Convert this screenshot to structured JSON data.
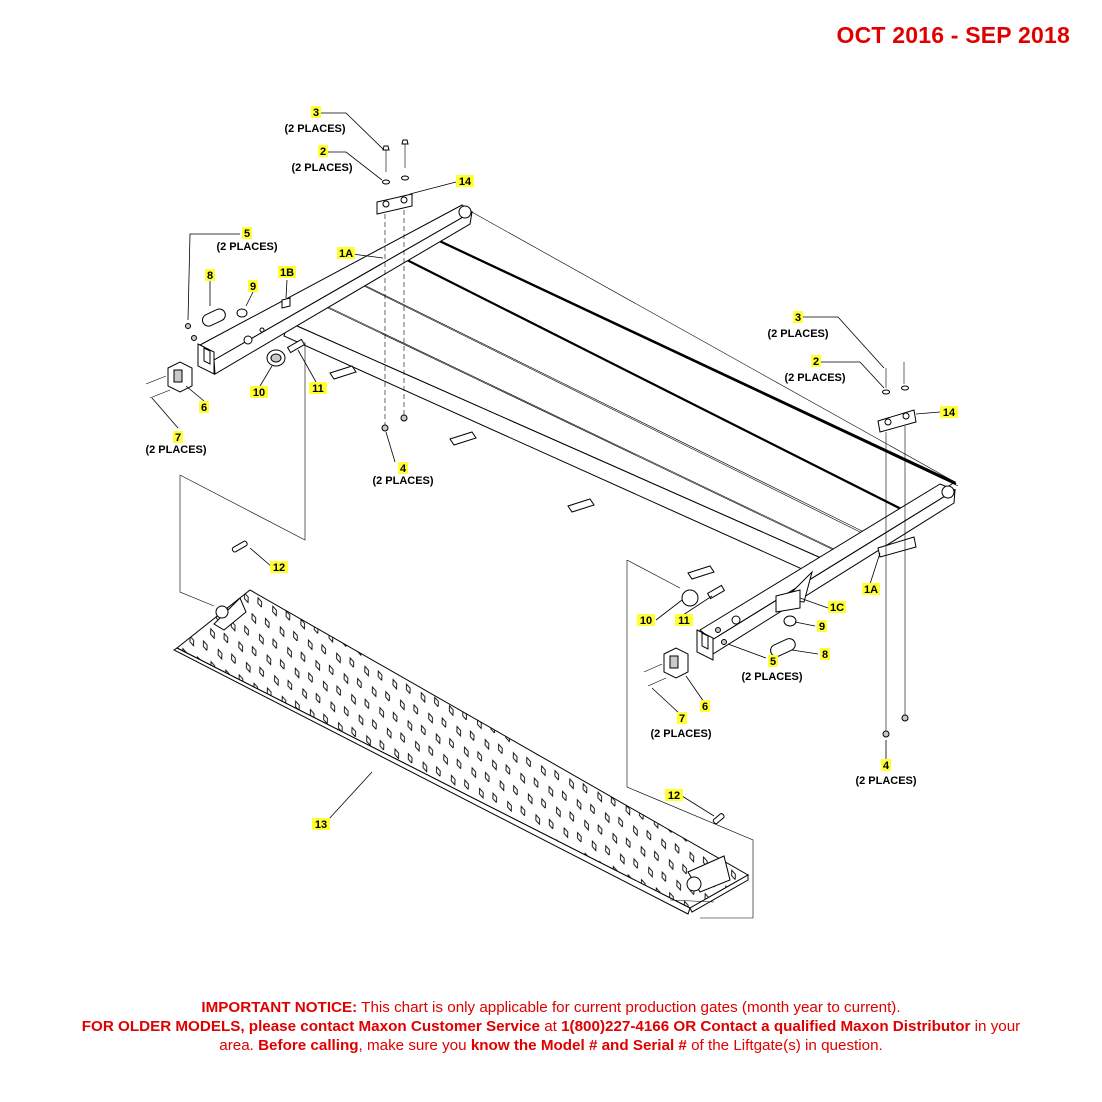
{
  "header": {
    "date_range": "OCT 2016 - SEP 2018"
  },
  "callouts": [
    {
      "id": "c3a",
      "num": "3",
      "qty": "(2 PLACES)"
    },
    {
      "id": "c2a",
      "num": "2",
      "qty": "(2 PLACES)"
    },
    {
      "id": "c14a",
      "num": "14",
      "qty": ""
    },
    {
      "id": "c5a",
      "num": "5",
      "qty": "(2 PLACES)"
    },
    {
      "id": "c1Aa",
      "num": "1A",
      "qty": ""
    },
    {
      "id": "c8a",
      "num": "8",
      "qty": ""
    },
    {
      "id": "c9a",
      "num": "9",
      "qty": ""
    },
    {
      "id": "c1B",
      "num": "1B",
      "qty": ""
    },
    {
      "id": "c10a",
      "num": "10",
      "qty": ""
    },
    {
      "id": "c11a",
      "num": "11",
      "qty": ""
    },
    {
      "id": "c6a",
      "num": "6",
      "qty": ""
    },
    {
      "id": "c7a",
      "num": "7",
      "qty": "(2 PLACES)"
    },
    {
      "id": "c4a",
      "num": "4",
      "qty": "(2 PLACES)"
    },
    {
      "id": "c3b",
      "num": "3",
      "qty": "(2 PLACES)"
    },
    {
      "id": "c2b",
      "num": "2",
      "qty": "(2 PLACES)"
    },
    {
      "id": "c14b",
      "num": "14",
      "qty": ""
    },
    {
      "id": "c12a",
      "num": "12",
      "qty": ""
    },
    {
      "id": "c1Ab",
      "num": "1A",
      "qty": ""
    },
    {
      "id": "c1C",
      "num": "1C",
      "qty": ""
    },
    {
      "id": "c10b",
      "num": "10",
      "qty": ""
    },
    {
      "id": "c11b",
      "num": "11",
      "qty": ""
    },
    {
      "id": "c9b",
      "num": "9",
      "qty": ""
    },
    {
      "id": "c5b",
      "num": "5",
      "qty": "(2 PLACES)"
    },
    {
      "id": "c8b",
      "num": "8",
      "qty": ""
    },
    {
      "id": "c6b",
      "num": "6",
      "qty": ""
    },
    {
      "id": "c7b",
      "num": "7",
      "qty": "(2 PLACES)"
    },
    {
      "id": "c4b",
      "num": "4",
      "qty": "(2 PLACES)"
    },
    {
      "id": "c13",
      "num": "13",
      "qty": ""
    },
    {
      "id": "c12b",
      "num": "12",
      "qty": ""
    }
  ],
  "notice": {
    "s1_bold": "IMPORTANT NOTICE:",
    "s1_text": " This chart is only applicable for current production gates (month year to current).",
    "s2_bold": "FOR OLDER MODELS, please contact Maxon Customer Service",
    "s2_text1": " at ",
    "s2_bold2": "1(800)227-4166 OR Contact a qualified Maxon Distributor",
    "s2_text2": " in your area. ",
    "s2_bold3": "Before calling",
    "s2_text3": ", make sure you ",
    "s2_bold4": "know the Model # and Serial #",
    "s2_text4": " of the Liftgate(s) in question."
  },
  "colors": {
    "header_red": "#e00000",
    "callout_highlight": "#ffff33"
  }
}
